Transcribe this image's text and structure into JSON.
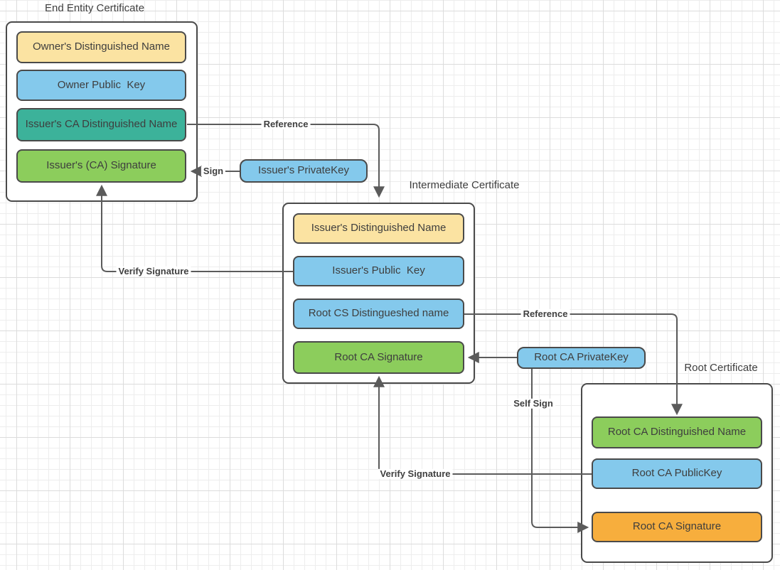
{
  "colors": {
    "yellow": "#FBE3A2",
    "blue": "#84C9EC",
    "teal": "#3CB29A",
    "green": "#8CCD5C",
    "orange": "#F7AE3D",
    "line": "#5b5b5b",
    "border": "#4a4a4a",
    "text": "#3e3e3e"
  },
  "containers": {
    "end_entity": {
      "title": "End Entity Certificate",
      "boxes": {
        "owner_dn": "Owner's Distinguished Name",
        "owner_pub": "Owner Public  Key",
        "issuer_ca_dn": "Issuer's CA Distinguished Name",
        "issuer_ca_sig": "Issuer's (CA) Signature"
      }
    },
    "intermediate": {
      "title": "Intermediate Certificate",
      "boxes": {
        "issuer_dn": "Issuer's Distinguished Name",
        "issuer_pub": "Issuer's Public  Key",
        "root_cs_dn": "Root CS Distingueshed name",
        "root_ca_sig": "Root CA Signature"
      }
    },
    "root": {
      "title": "Root Certificate",
      "boxes": {
        "root_ca_dn": "Root CA Distinguished Name",
        "root_ca_pub": "Root CA PublicKey",
        "root_ca_sig": "Root CA Signature"
      }
    }
  },
  "keys": {
    "issuer_private": "Issuer's PrivateKey",
    "root_private": "Root CA PrivateKey"
  },
  "connectors": {
    "reference_top": "Reference",
    "sign": "Sign",
    "verify_left": "Verify Signature",
    "reference_right": "Reference",
    "self_sign": "Self Sign",
    "verify_bottom": "Verify Signature"
  }
}
